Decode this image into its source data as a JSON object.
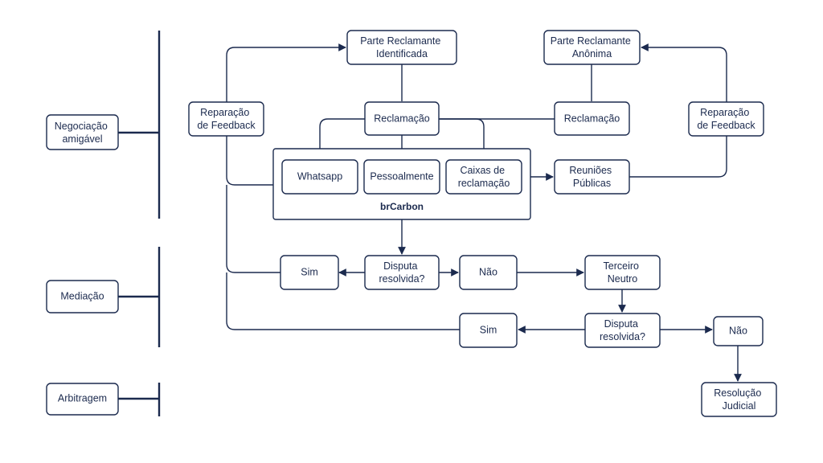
{
  "colors": {
    "stroke": "#1b2a4e",
    "background": "#ffffff"
  },
  "stages": [
    {
      "id": "negociacao",
      "label": "Negociação amigável"
    },
    {
      "id": "mediacao",
      "label": "Mediação"
    },
    {
      "id": "arbitragem",
      "label": "Arbitragem"
    }
  ],
  "nodes": {
    "parte_identificada": "Parte Reclamante Identificada",
    "parte_anonima": "Parte Reclamante Anônima",
    "reparacao_esquerda": "Reparação de Feedback",
    "reparacao_direita": "Reparação de Feedback",
    "reclamacao_esquerda": "Reclamação",
    "reclamacao_direita": "Reclamação",
    "whatsapp": "Whatsapp",
    "pessoalmente": "Pessoalmente",
    "caixas": "Caixas de reclamação",
    "reunioes": "Reuniões Públicas",
    "brcarbon": "brCarbon",
    "disputa_1": "Disputa resolvida?",
    "sim_1": "Sim",
    "nao_1": "Não",
    "terceiro": "Terceiro Neutro",
    "disputa_2": "Disputa resolvida?",
    "sim_2": "Sim",
    "nao_2": "Não",
    "resolucao": "Resolução Judicial"
  }
}
